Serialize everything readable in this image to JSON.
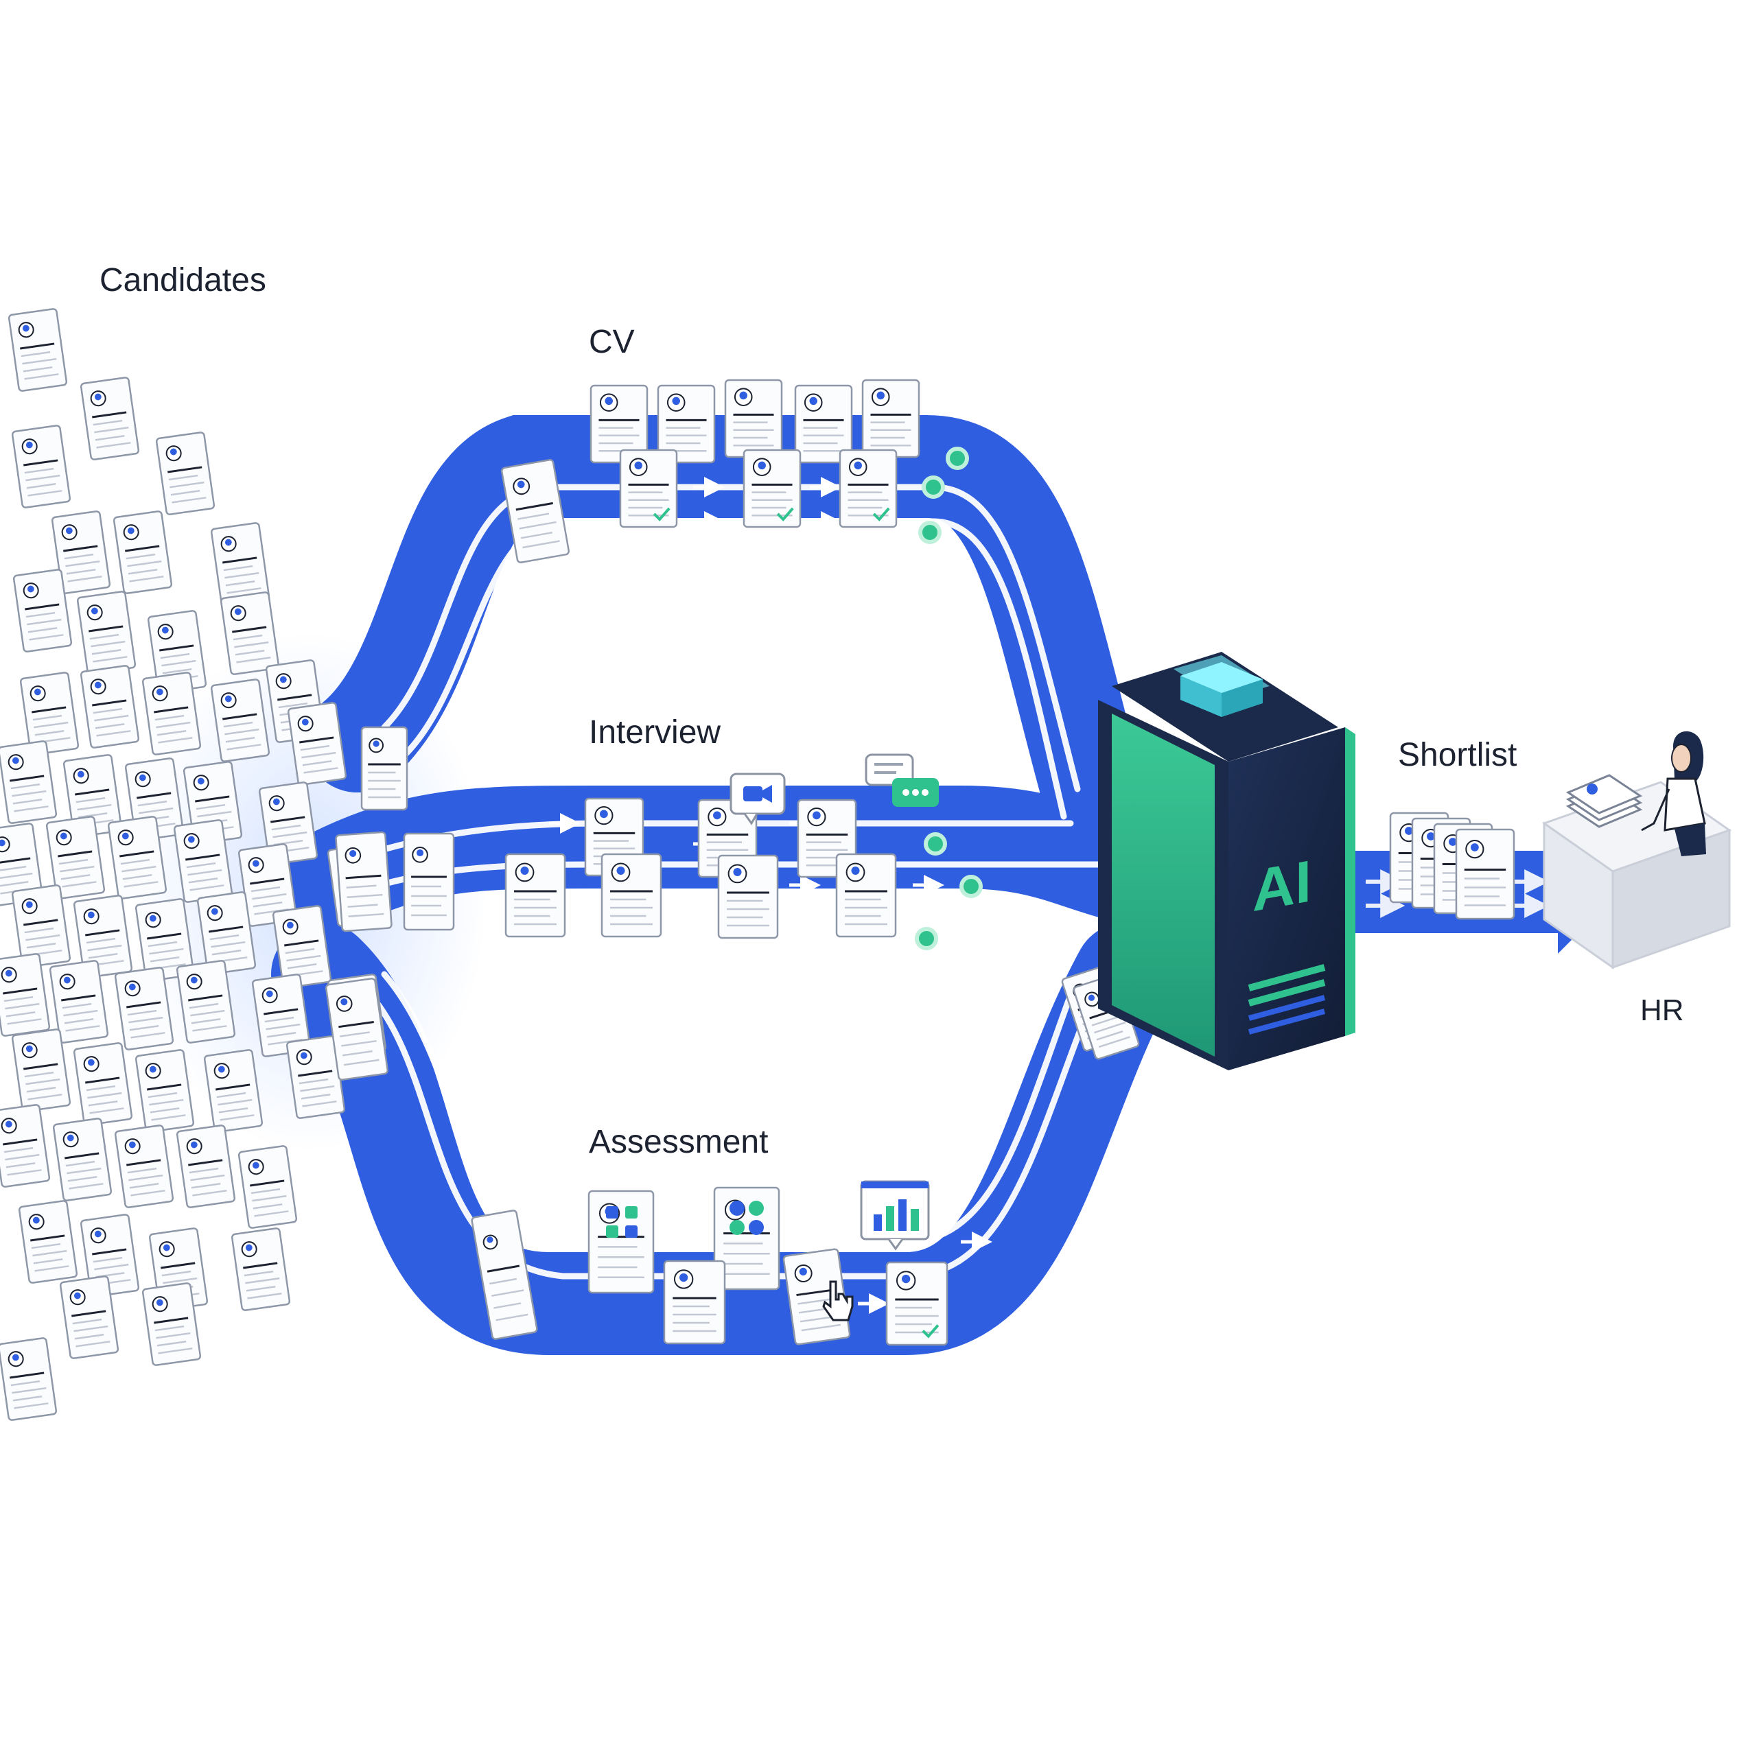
{
  "labels": {
    "candidates": "Candidates",
    "cv": "CV",
    "interview": "Interview",
    "assessment": "Assessment",
    "shortlist": "Shortlist",
    "hr": "HR",
    "ai": "AI"
  },
  "colors": {
    "flow_blue": "#2f5fe0",
    "flow_dark": "#2450c8",
    "accent_green": "#2fc28e",
    "server_navy": "#1b2a4a",
    "card_border": "#9aa3b2",
    "avatar_blue": "#2f5fe0"
  },
  "icons": [
    "resume-icon",
    "video-call-icon",
    "chat-bubble-icon",
    "flowchart-icon",
    "bar-chart-icon",
    "cursor-hand-icon",
    "checkmark-icon",
    "person-icon"
  ]
}
